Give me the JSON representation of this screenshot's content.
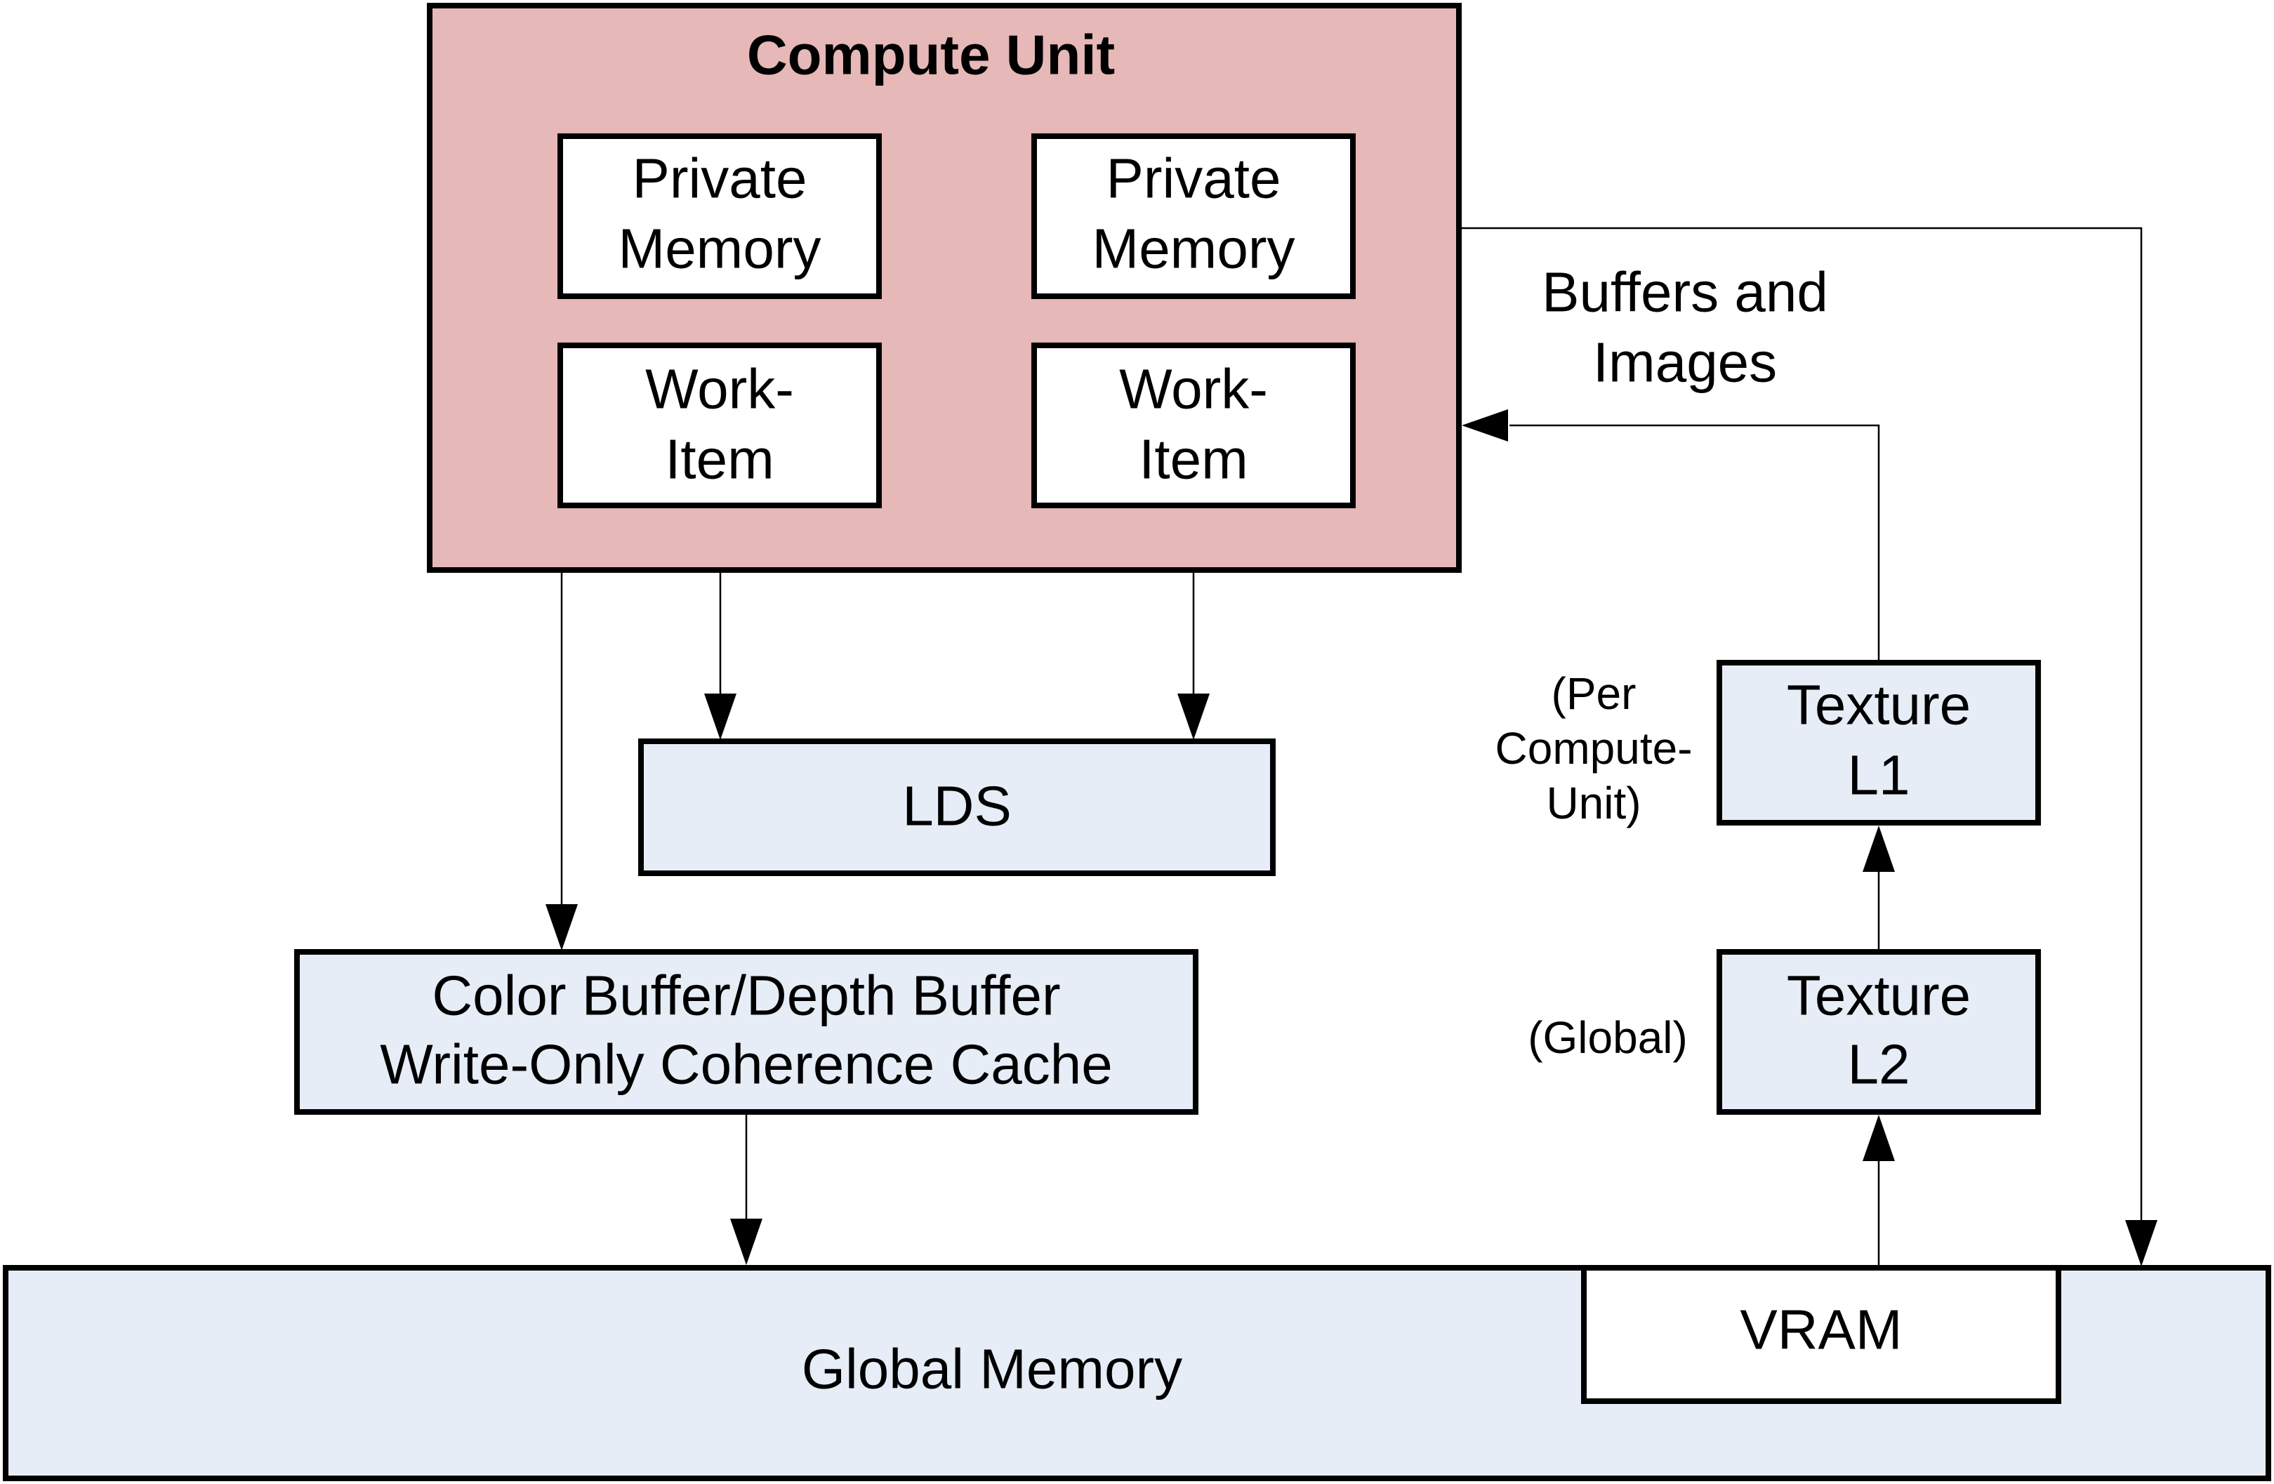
{
  "colors": {
    "compute_unit_fill": "#e6b8b7",
    "cache_fill": "#e6edf7",
    "white_fill": "#ffffff",
    "stroke": "#000000"
  },
  "compute_unit": {
    "title": "Compute Unit",
    "private_memory_left": [
      "Private",
      "Memory"
    ],
    "private_memory_right": [
      "Private",
      "Memory"
    ],
    "work_item_left": [
      "Work-",
      "Item"
    ],
    "work_item_right": [
      "Work-",
      "Item"
    ]
  },
  "lds": {
    "label": "LDS"
  },
  "color_cache": {
    "lines": [
      "Color Buffer/Depth Buffer",
      "Write-Only Coherence Cache"
    ]
  },
  "texture_l1": {
    "lines": [
      "Texture",
      "L1"
    ],
    "note": [
      "(Per",
      "Compute-",
      "Unit)"
    ]
  },
  "texture_l2": {
    "lines": [
      "Texture",
      "L2"
    ],
    "note": "(Global)"
  },
  "buffers_images": {
    "lines": [
      "Buffers and",
      "Images"
    ]
  },
  "global_memory": {
    "label": "Global Memory"
  },
  "vram": {
    "label": "VRAM"
  }
}
